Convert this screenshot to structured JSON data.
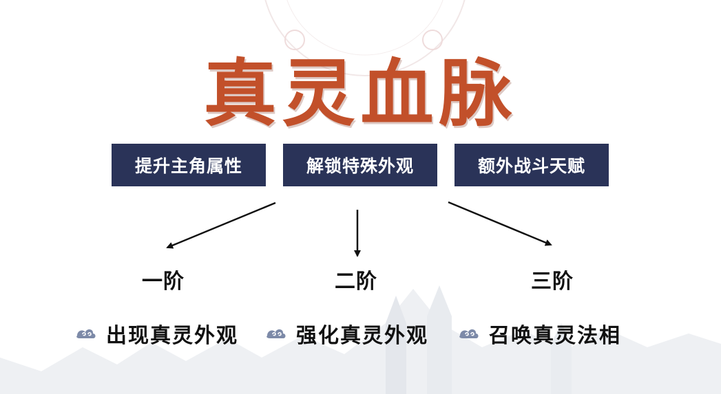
{
  "title": "真灵血脉",
  "benefits": [
    {
      "label": "提升主角属性"
    },
    {
      "label": "解锁特殊外观"
    },
    {
      "label": "额外战斗天赋"
    }
  ],
  "tiers": [
    {
      "label": "一阶"
    },
    {
      "label": "二阶"
    },
    {
      "label": "三阶"
    }
  ],
  "features": [
    {
      "label": "出现真灵外观",
      "icon": "cloud-swirl-icon"
    },
    {
      "label": "强化真灵外观",
      "icon": "cloud-swirl-icon"
    },
    {
      "label": "召唤真灵法相",
      "icon": "cloud-swirl-icon"
    }
  ],
  "colors": {
    "title": "#c2502a",
    "box_background": "#2a3358",
    "box_text": "#ffffff",
    "text": "#111111"
  }
}
